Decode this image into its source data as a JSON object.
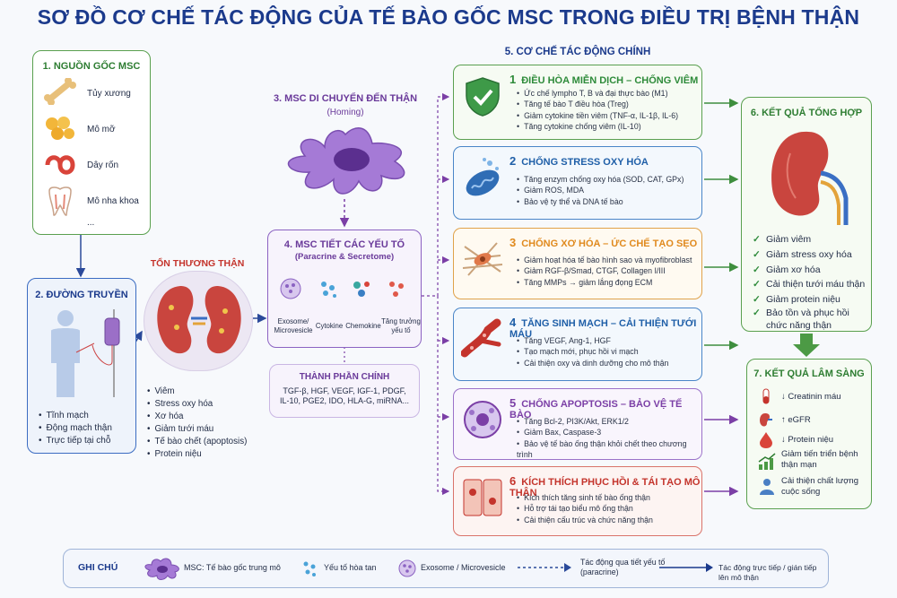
{
  "title": "SƠ ĐỒ CƠ CHẾ TÁC ĐỘNG CỦA TẾ BÀO GỐC MSC TRONG ĐIỀU TRỊ BỆNH THẬN",
  "source": {
    "header": "1. NGUỒN GỐC MSC",
    "items": [
      "Tủy xương",
      "Mô mỡ",
      "Dây rốn",
      "Mô nha khoa",
      "..."
    ]
  },
  "route": {
    "header": "2. ĐƯỜNG TRUYỀN",
    "items": [
      "Tĩnh mạch",
      "Động mạch thận",
      "Trực tiếp tại chỗ"
    ]
  },
  "injury": {
    "header": "TỔN THƯƠNG THẬN",
    "items": [
      "Viêm",
      "Stress oxy hóa",
      "Xơ hóa",
      "Giảm tưới máu",
      "Tế bào chết (apoptosis)",
      "Protein niệu"
    ]
  },
  "homing": {
    "header": "3. MSC DI CHUYỂN ĐẾN THẬN",
    "subtitle": "(Homing)"
  },
  "secretion": {
    "header": "4. MSC TIẾT CÁC YẾU TỐ",
    "subtitle": "(Paracrine & Secretome)",
    "labels": [
      "Exosome/ Microvesicle",
      "Cytokine",
      "Chemokine",
      "Tăng trưởng yếu tố"
    ]
  },
  "components": {
    "header": "THÀNH PHẦN CHÍNH",
    "line1": "TGF-β, HGF, VEGF, IGF-1, PDGF,",
    "line2": "IL-10, PGE2, IDO, HLA-G, miRNA..."
  },
  "mechanisms": {
    "header": "5. CƠ CHẾ TÁC ĐỘNG CHÍNH",
    "items": [
      {
        "num": "1",
        "title": "ĐIỀU HÒA MIỄN DỊCH – CHỐNG VIÊM",
        "color": "#2e8b3a",
        "points": [
          "Ức chế lympho T, B và đại thực bào (M1)",
          "Tăng tế bào T điều hòa (Treg)",
          "Giảm cytokine tiền viêm (TNF-α, IL-1β, IL-6)",
          "Tăng cytokine chống viêm (IL-10)"
        ]
      },
      {
        "num": "2",
        "title": "CHỐNG STRESS OXY HÓA",
        "color": "#1f5fa8",
        "points": [
          "Tăng enzym chống oxy hóa (SOD, CAT, GPx)",
          "Giảm ROS, MDA",
          "Bảo vệ ty thể và DNA tế bào"
        ]
      },
      {
        "num": "3",
        "title": "CHỐNG XƠ HÓA – ỨC CHẾ TẠO SẸO",
        "color": "#e08a1e",
        "points": [
          "Giảm hoạt hóa tế bào hình sao và myofibroblast",
          "Giảm RGF-β/Smad, CTGF, Collagen I/III",
          "Tăng MMPs → giảm lắng đọng ECM"
        ]
      },
      {
        "num": "4",
        "title": "TĂNG SINH MẠCH – CẢI THIỆN TƯỚI MÁU",
        "color": "#1f5fa8",
        "points": [
          "Tăng VEGF, Ang-1, HGF",
          "Tạo mạch mới, phục hồi vi mạch",
          "Cải thiện oxy và dinh dưỡng cho mô thận"
        ]
      },
      {
        "num": "5",
        "title": "CHỐNG APOPTOSIS – BẢO VỆ TẾ BÀO",
        "color": "#7b3fa6",
        "points": [
          "Tăng Bcl-2, PI3K/Akt, ERK1/2",
          "Giảm Bax, Caspase-3",
          "Bảo vệ tế bào ống thận khỏi chết theo chương trình"
        ]
      },
      {
        "num": "6",
        "title": "KÍCH THÍCH PHỤC HỒI & TÁI TẠO MÔ THẬN",
        "color": "#c4342c",
        "points": [
          "Kích thích tăng sinh tế bào ống thận",
          "Hỗ trợ tái tạo biểu mô ống thận",
          "Cải thiện cấu trúc và chức năng thận"
        ]
      }
    ]
  },
  "summary": {
    "header": "6. KẾT QUẢ TỔNG HỢP",
    "items": [
      "Giảm viêm",
      "Giảm stress oxy hóa",
      "Giảm xơ hóa",
      "Cải thiện tưới máu thận",
      "Giảm protein niệu",
      "Bảo tồn và phục hồi chức năng thận"
    ]
  },
  "clinical": {
    "header": "7. KẾT QUẢ LÂM SÀNG",
    "items": [
      "↓ Creatinin máu",
      "↑ eGFR",
      "↓ Protein niệu",
      "Giảm tiến triển bệnh thận mạn",
      "Cải thiện chất lượng cuộc sống"
    ]
  },
  "legend": {
    "header": "GHI CHÚ",
    "msc": "MSC: Tế bào gốc trung mô",
    "soluble": "Yếu tố hòa tan",
    "exosome": "Exosome / Microvesicle",
    "paracrine": "Tác động qua tiết yếu tố (paracrine)",
    "direct": "Tác động trực tiếp / gián tiếp lên mô thận"
  },
  "colors": {
    "green": "#2e8b3a",
    "blue": "#1f5fa8",
    "purple": "#7b3fa6",
    "red": "#c4342c",
    "orange": "#e08a1e",
    "title": "#1b3a8c"
  }
}
